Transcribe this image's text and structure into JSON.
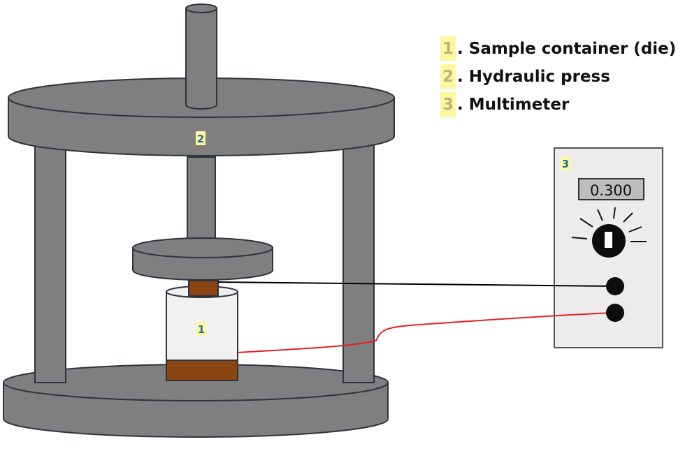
{
  "legend": {
    "items": [
      {
        "num": "1",
        "sep": ". ",
        "label": "Sample container (die)"
      },
      {
        "num": "2",
        "sep": ". ",
        "label": "Hydraulic press"
      },
      {
        "num": "3",
        "sep": ". ",
        "label": "Multimeter"
      }
    ]
  },
  "markers": {
    "container": "1",
    "press": "2",
    "multimeter": "3"
  },
  "multimeter": {
    "display": "0.300"
  },
  "colors": {
    "steel": "#7f7f7f",
    "steel_outline": "#2f3340",
    "container_body": "#f1f1f1",
    "electrode": "#8b4513",
    "black_wire": "#000000",
    "red_wire": "#e82020",
    "marker_bg": "#fff7a0",
    "marker_text": "#1f6fa0"
  }
}
